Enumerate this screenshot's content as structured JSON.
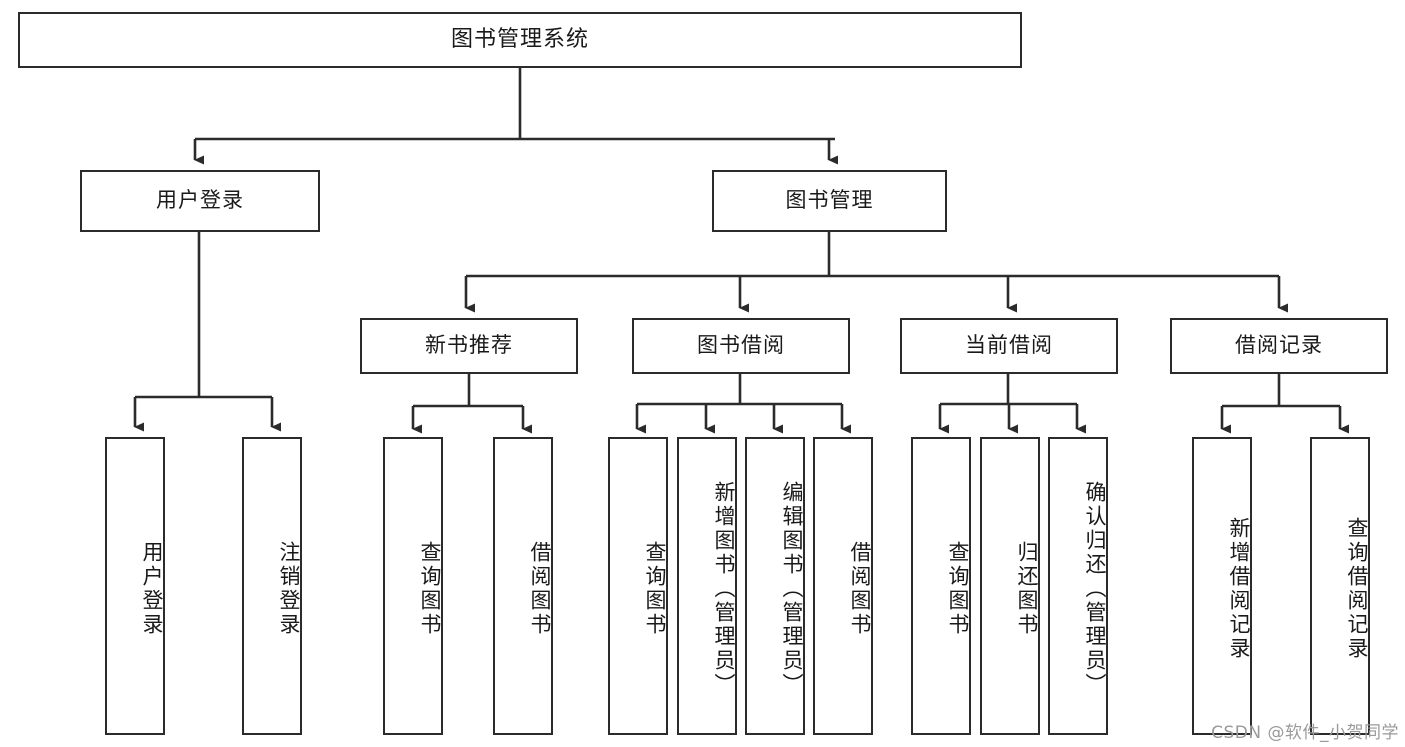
{
  "diagram": {
    "type": "tree-hierarchy-chart",
    "title_text": "图书管理系统",
    "orientation": "top-down",
    "style": {
      "box_border_color": "#2b2b2b",
      "box_fill_color": "#ffffff",
      "line_color": "#2b2b2b",
      "text_color": "#1a1a1a",
      "background": "#ffffff"
    }
  },
  "root": {
    "label": "图书管理系统"
  },
  "level2": [
    {
      "label": "用户登录"
    },
    {
      "label": "图书管理"
    }
  ],
  "level3": [
    {
      "label": "新书推荐"
    },
    {
      "label": "图书借阅"
    },
    {
      "label": "当前借阅"
    },
    {
      "label": "借阅记录"
    }
  ],
  "leaves": {
    "user_login": [
      {
        "label": "用户登录"
      },
      {
        "label": "注销登录"
      }
    ],
    "new_book_recommend": [
      {
        "label": "查询图书"
      },
      {
        "label": "借阅图书"
      }
    ],
    "book_borrow": [
      {
        "label": "查询图书"
      },
      {
        "label": "新增图书（管理员）"
      },
      {
        "label": "编辑图书（管理员）"
      },
      {
        "label": "借阅图书"
      }
    ],
    "current_borrow": [
      {
        "label": "查询图书"
      },
      {
        "label": "归还图书"
      },
      {
        "label": "确认归还（管理员）"
      }
    ],
    "borrow_record": [
      {
        "label": "新增借阅记录"
      },
      {
        "label": "查询借阅记录"
      }
    ]
  },
  "watermark": {
    "text": "CSDN @软件_小贺同学"
  }
}
